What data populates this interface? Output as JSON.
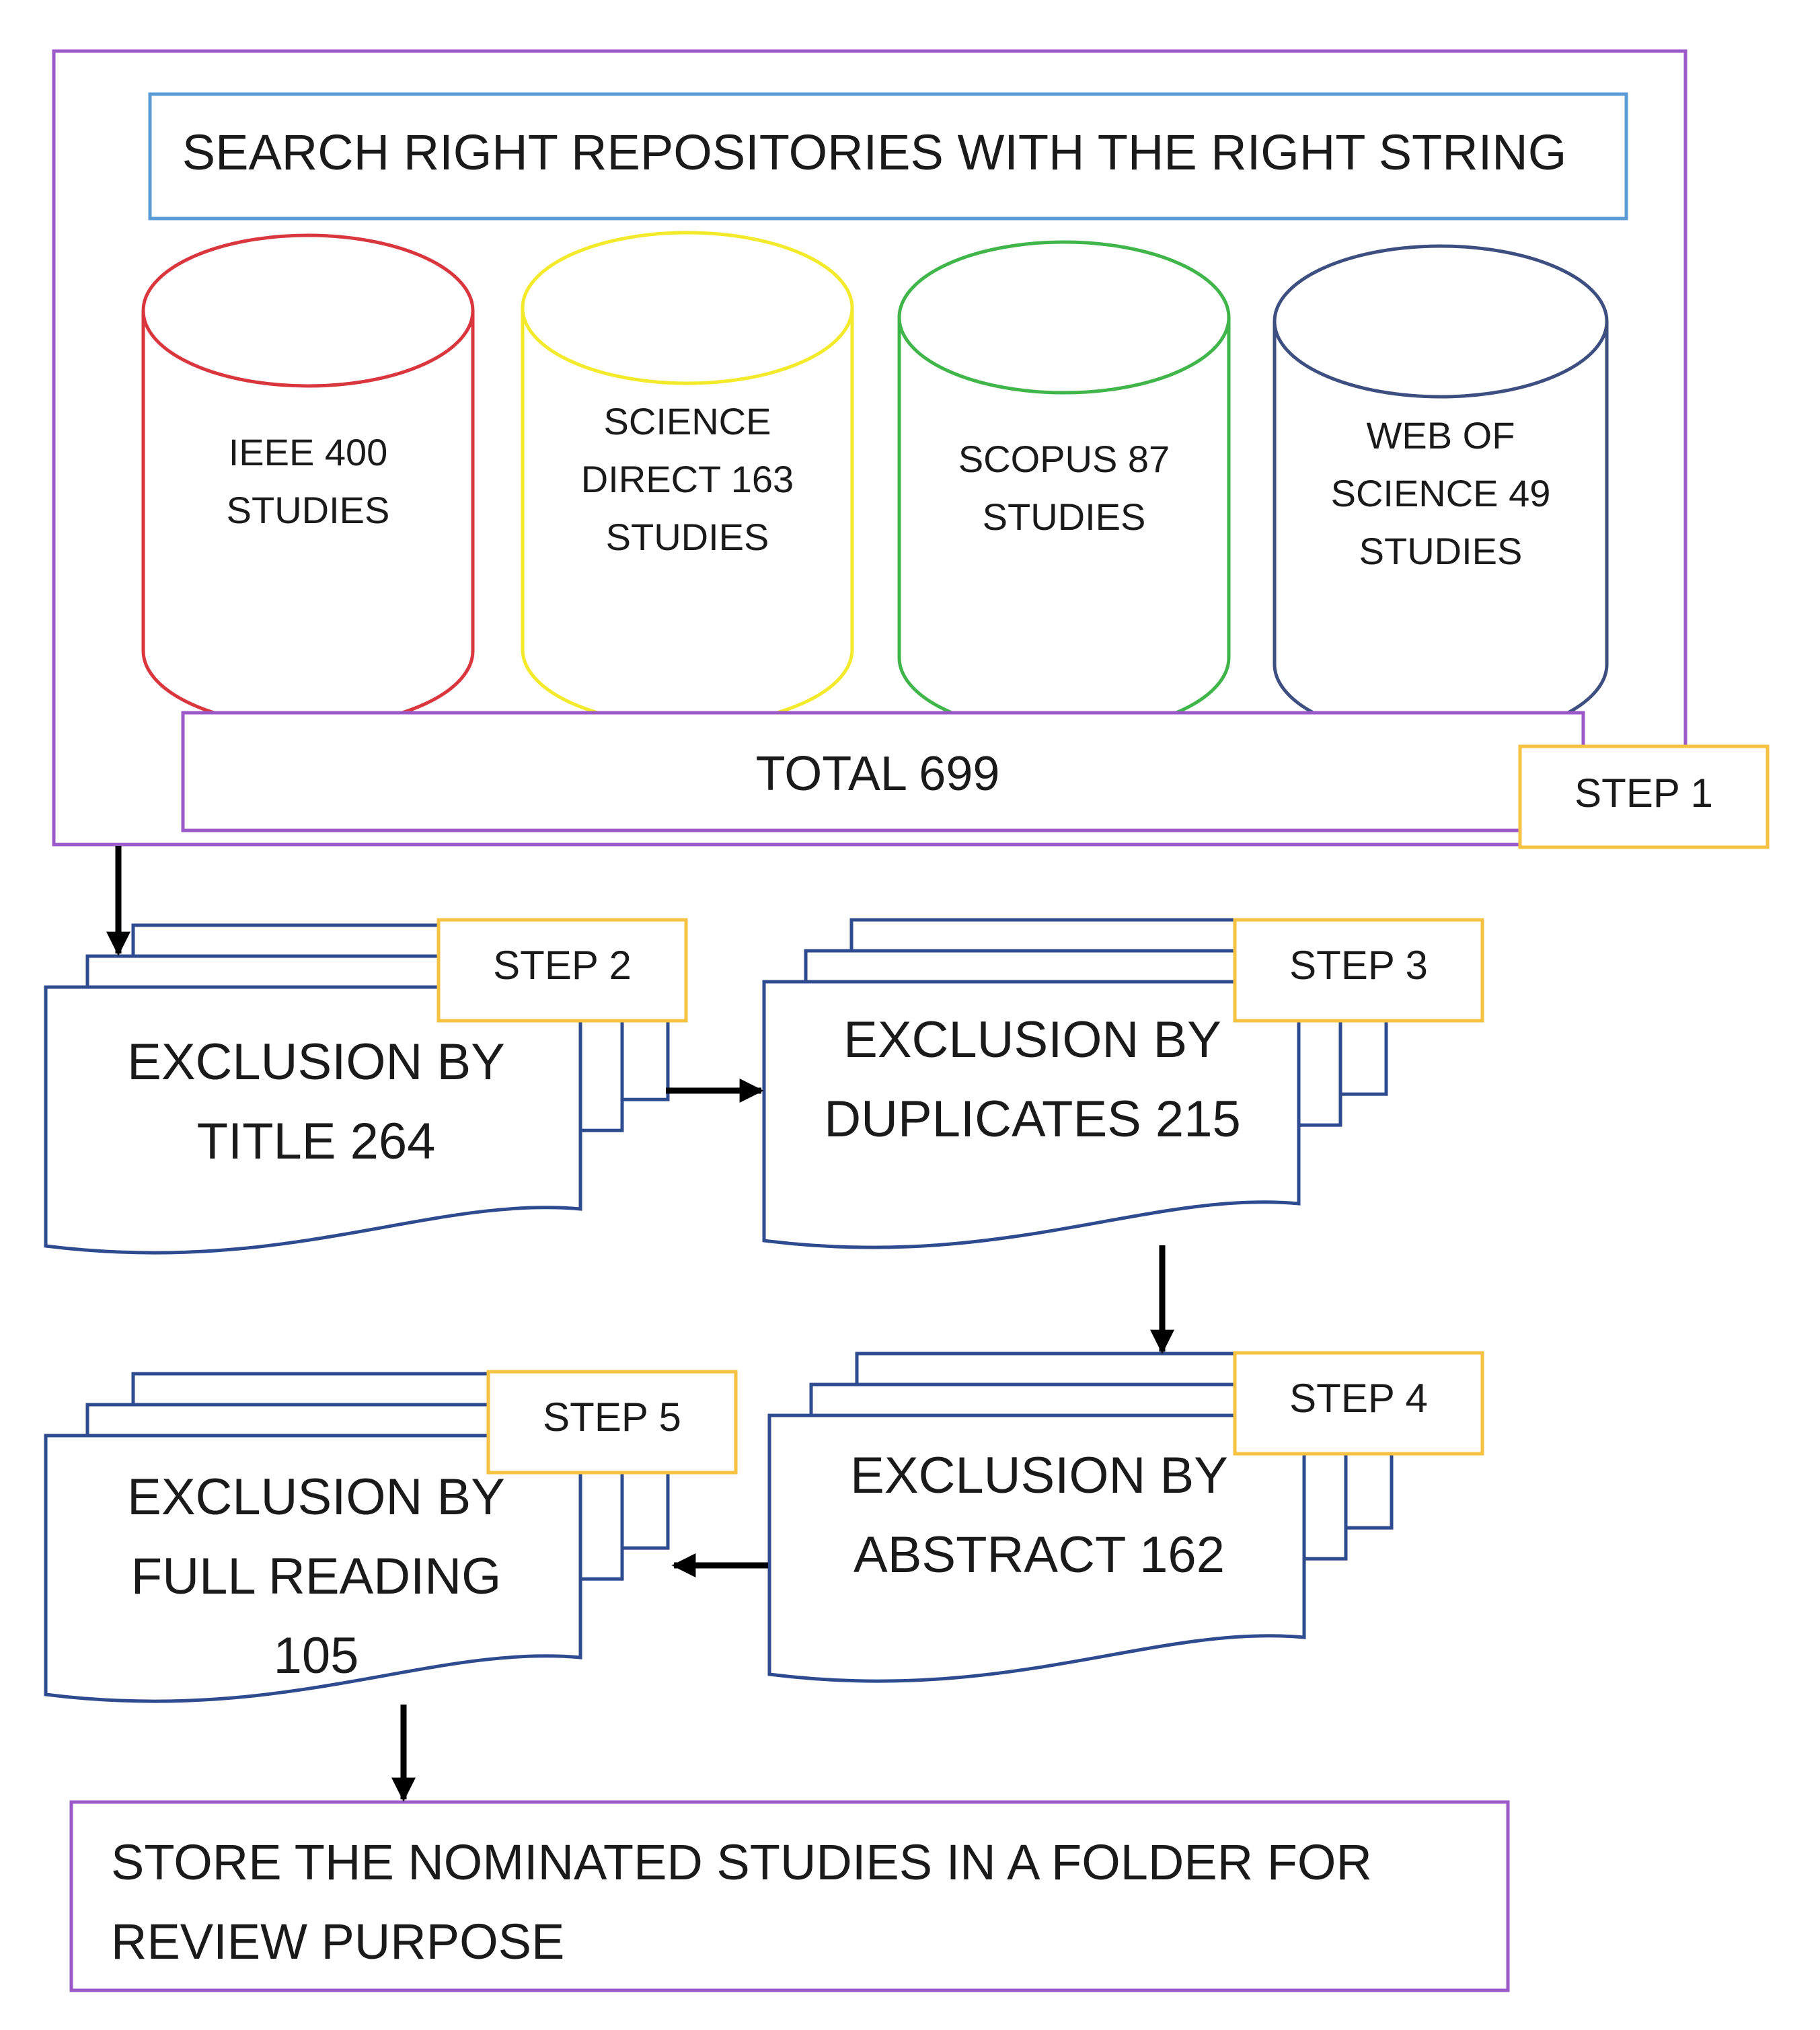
{
  "header": {
    "text": "SEARCH  RIGHT REPOSITORIES WITH THE RIGHT STRING"
  },
  "colors": {
    "outer_frame": "#9b59c9",
    "header_frame": "#5b9bd5",
    "step_frame": "#f5c242",
    "doc_frame": "#2f4b8f",
    "arrow": "#000000"
  },
  "repositories": [
    {
      "id": "ieee",
      "lines": [
        "IEEE 400",
        "STUDIES"
      ],
      "color": "#d9363e"
    },
    {
      "id": "sd",
      "lines": [
        "SCIENCE",
        "DIRECT 163",
        "STUDIES"
      ],
      "color": "#f2ea2a"
    },
    {
      "id": "scopus",
      "lines": [
        "SCOPUS 87",
        "STUDIES"
      ],
      "color": "#3fb54a"
    },
    {
      "id": "wos",
      "lines": [
        "WEB OF",
        "SCIENCE 49",
        "STUDIES"
      ],
      "color": "#3d4f80"
    }
  ],
  "total": {
    "text": "TOTAL 699"
  },
  "steps": {
    "s1": "STEP 1",
    "s2": "STEP 2",
    "s3": "STEP 3",
    "s4": "STEP 4",
    "s5": "STEP 5"
  },
  "docs": {
    "title": {
      "lines": [
        "EXCLUSION BY",
        "TITLE  264"
      ]
    },
    "duplicates": {
      "lines": [
        "EXCLUSION BY",
        "DUPLICATES 215"
      ]
    },
    "abstract": {
      "lines": [
        "EXCLUSION BY",
        "ABSTRACT 162"
      ]
    },
    "full": {
      "lines": [
        "EXCLUSION BY",
        "FULL READING",
        "105"
      ]
    }
  },
  "store": {
    "lines": [
      "STORE THE NOMINATED STUDIES IN A FOLDER FOR",
      "REVIEW PURPOSE"
    ]
  }
}
